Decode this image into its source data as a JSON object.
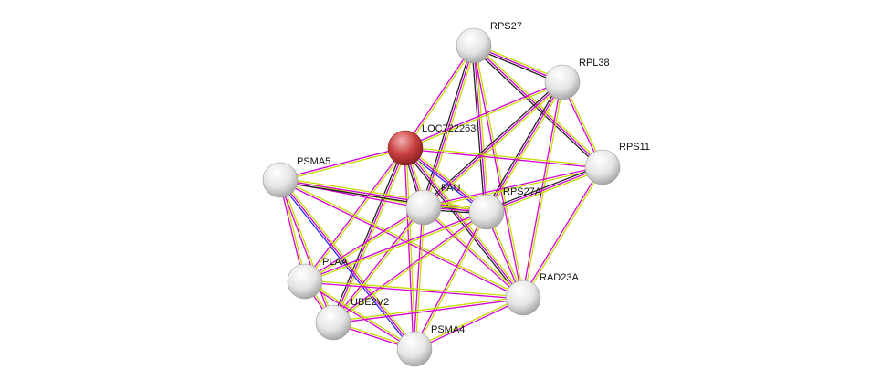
{
  "colors": {
    "textmining": "#c8dc00",
    "experiments": "#d600d6",
    "coexpression": "#222222",
    "database": "#2a2aff",
    "query_node": "#c9403f",
    "node": "#e6e6e6"
  },
  "nodes": [
    {
      "id": "RPS27",
      "label": "RPS27",
      "query": false
    },
    {
      "id": "RPL38",
      "label": "RPL38",
      "query": false
    },
    {
      "id": "LOC722263",
      "label": "LOC722263",
      "query": true
    },
    {
      "id": "RPS11",
      "label": "RPS11",
      "query": false
    },
    {
      "id": "PSMA5",
      "label": "PSMA5",
      "query": false
    },
    {
      "id": "FAU",
      "label": "FAU",
      "query": false
    },
    {
      "id": "RPS27A",
      "label": "RPS27A",
      "query": false
    },
    {
      "id": "PLAA",
      "label": "PLAA",
      "query": false
    },
    {
      "id": "RAD23A",
      "label": "RAD23A",
      "query": false
    },
    {
      "id": "UBE2V2",
      "label": "UBE2V2",
      "query": false
    },
    {
      "id": "PSMA4",
      "label": "PSMA4",
      "query": false
    }
  ],
  "edges": [
    [
      "RPS27",
      "RPL38",
      [
        "textmining",
        "experiments",
        "coexpression"
      ]
    ],
    [
      "RPS27",
      "LOC722263",
      [
        "textmining",
        "experiments"
      ]
    ],
    [
      "RPS27",
      "RPS11",
      [
        "textmining",
        "experiments",
        "coexpression"
      ]
    ],
    [
      "RPS27",
      "FAU",
      [
        "textmining",
        "experiments",
        "coexpression"
      ]
    ],
    [
      "RPS27",
      "RPS27A",
      [
        "textmining",
        "experiments",
        "coexpression"
      ]
    ],
    [
      "RPS27",
      "RAD23A",
      [
        "textmining",
        "experiments"
      ]
    ],
    [
      "RPL38",
      "LOC722263",
      [
        "textmining",
        "experiments"
      ]
    ],
    [
      "RPL38",
      "RPS11",
      [
        "textmining",
        "experiments"
      ]
    ],
    [
      "RPL38",
      "FAU",
      [
        "textmining",
        "experiments",
        "coexpression"
      ]
    ],
    [
      "RPL38",
      "RPS27A",
      [
        "textmining",
        "experiments",
        "coexpression"
      ]
    ],
    [
      "RPL38",
      "RAD23A",
      [
        "textmining",
        "experiments"
      ]
    ],
    [
      "LOC722263",
      "RPS11",
      [
        "textmining",
        "experiments"
      ]
    ],
    [
      "LOC722263",
      "FAU",
      [
        "textmining",
        "experiments",
        "coexpression"
      ]
    ],
    [
      "LOC722263",
      "RPS27A",
      [
        "textmining",
        "experiments",
        "database"
      ]
    ],
    [
      "LOC722263",
      "PSMA5",
      [
        "textmining",
        "experiments"
      ]
    ],
    [
      "LOC722263",
      "PLAA",
      [
        "textmining",
        "experiments"
      ]
    ],
    [
      "LOC722263",
      "UBE2V2",
      [
        "textmining",
        "experiments",
        "coexpression"
      ]
    ],
    [
      "LOC722263",
      "PSMA4",
      [
        "textmining",
        "experiments"
      ]
    ],
    [
      "LOC722263",
      "RAD23A",
      [
        "textmining",
        "experiments",
        "coexpression"
      ]
    ],
    [
      "RPS11",
      "FAU",
      [
        "textmining",
        "experiments"
      ]
    ],
    [
      "RPS11",
      "RPS27A",
      [
        "textmining",
        "experiments",
        "coexpression"
      ]
    ],
    [
      "RPS11",
      "RAD23A",
      [
        "textmining",
        "experiments"
      ]
    ],
    [
      "PSMA5",
      "FAU",
      [
        "textmining",
        "experiments"
      ]
    ],
    [
      "PSMA5",
      "RPS27A",
      [
        "textmining",
        "experiments",
        "coexpression"
      ]
    ],
    [
      "PSMA5",
      "PLAA",
      [
        "textmining",
        "experiments"
      ]
    ],
    [
      "PSMA5",
      "UBE2V2",
      [
        "textmining",
        "experiments"
      ]
    ],
    [
      "PSMA5",
      "PSMA4",
      [
        "textmining",
        "experiments",
        "database"
      ]
    ],
    [
      "PSMA5",
      "RAD23A",
      [
        "textmining",
        "experiments"
      ]
    ],
    [
      "FAU",
      "RPS27A",
      [
        "textmining",
        "experiments",
        "coexpression"
      ]
    ],
    [
      "FAU",
      "PLAA",
      [
        "textmining",
        "experiments"
      ]
    ],
    [
      "FAU",
      "UBE2V2",
      [
        "textmining",
        "experiments"
      ]
    ],
    [
      "FAU",
      "PSMA4",
      [
        "textmining",
        "experiments"
      ]
    ],
    [
      "FAU",
      "RAD23A",
      [
        "textmining",
        "experiments"
      ]
    ],
    [
      "RPS27A",
      "PLAA",
      [
        "textmining",
        "experiments"
      ]
    ],
    [
      "RPS27A",
      "UBE2V2",
      [
        "textmining",
        "experiments"
      ]
    ],
    [
      "RPS27A",
      "PSMA4",
      [
        "textmining",
        "experiments"
      ]
    ],
    [
      "RPS27A",
      "RAD23A",
      [
        "textmining",
        "experiments"
      ]
    ],
    [
      "PLAA",
      "UBE2V2",
      [
        "textmining",
        "experiments"
      ]
    ],
    [
      "PLAA",
      "PSMA4",
      [
        "textmining",
        "experiments"
      ]
    ],
    [
      "PLAA",
      "RAD23A",
      [
        "textmining",
        "experiments"
      ]
    ],
    [
      "UBE2V2",
      "PSMA4",
      [
        "textmining",
        "experiments"
      ]
    ],
    [
      "UBE2V2",
      "RAD23A",
      [
        "textmining",
        "experiments"
      ]
    ],
    [
      "PSMA4",
      "RAD23A",
      [
        "textmining",
        "experiments"
      ]
    ]
  ]
}
